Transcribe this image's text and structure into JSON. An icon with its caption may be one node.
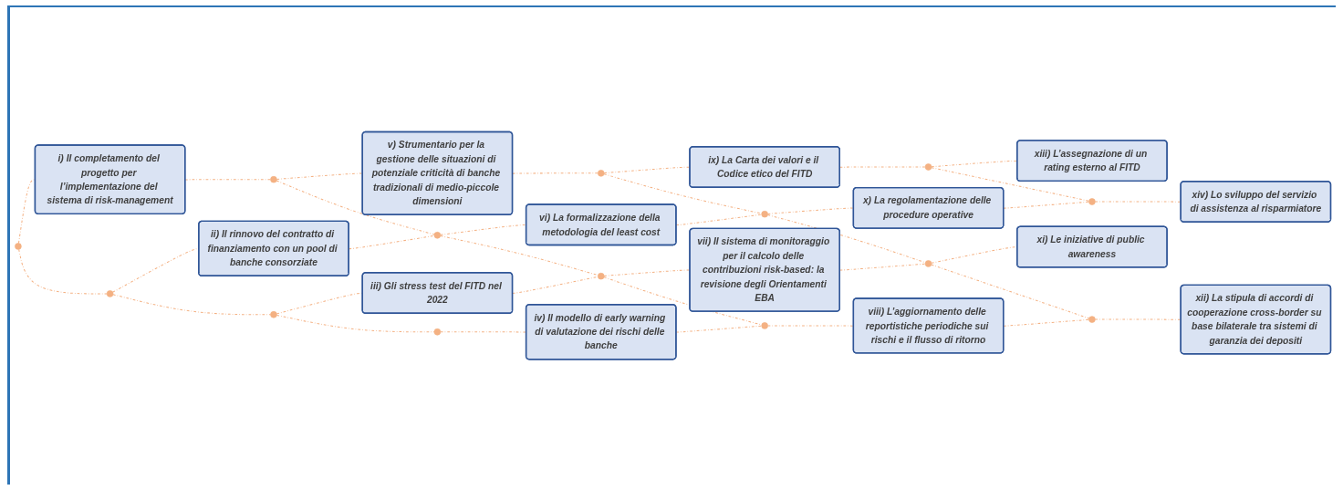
{
  "diagram": {
    "nodes": [
      {
        "text": [],
        "shape": "circle"
      },
      {
        "text": [
          "i) Il completamento del progetto per l’implementazione del sistema di risk-management"
        ]
      },
      {
        "text": [],
        "shape": "circle"
      },
      {
        "text": [
          "v) Strumentario per la gestione delle situazioni di potenziale criticità di banche tradizionali di medio-piccole dimensioni"
        ]
      },
      {
        "text": [],
        "shape": "circle"
      },
      {
        "text": [
          "ix) La Carta dei valori e il Codice etico del FITD"
        ]
      },
      {
        "text": [],
        "shape": "circle"
      },
      {
        "text": [
          "xiii) L’assegnazione di un rating esterno al FITD"
        ]
      },
      {
        "text": [],
        "shape": "circle"
      },
      {
        "text": [
          "ii) Il rinnovo del contratto di finanziamento con un pool di banche consorziate"
        ]
      },
      {
        "text": [],
        "shape": "circle"
      },
      {
        "text": [
          "vi) La formalizzazione della metodologia del least cost"
        ]
      },
      {
        "text": [],
        "shape": "circle"
      },
      {
        "text": [
          "x) La regolamentazione delle procedure operative"
        ]
      },
      {
        "text": [],
        "shape": "circle"
      },
      {
        "text": [
          "xiv) Lo sviluppo del servizio di assistenza al risparmiatore"
        ]
      },
      {
        "text": [],
        "shape": "circle"
      },
      {
        "text": [
          "iii) Gli stress test del FITD nel 2022"
        ]
      },
      {
        "text": [],
        "shape": "circle"
      },
      {
        "text": [
          "vii) Il sistema di monitoraggio per il calcolo delle contribuzioni risk-based: la revisione degli Orientamenti EBA"
        ]
      },
      {
        "text": [],
        "shape": "circle"
      },
      {
        "text": [
          "xi) Le iniziative di public awareness"
        ]
      },
      {
        "text": [],
        "shape": "circle"
      },
      {
        "text": [
          "iv) Il modello di early warning di valutazione dei rischi delle banche"
        ]
      },
      {
        "text": [],
        "shape": "circle"
      },
      {
        "text": [
          "viii) L’aggiornamento delle reportistiche periodiche sui rischi e il flusso di ritorno"
        ]
      },
      {
        "text": [],
        "shape": "circle"
      },
      {
        "text": [
          "xii) La stipula di accordi di cooperazione cross-border su base bilaterale tra sistemi di garanzia dei depositi"
        ]
      }
    ],
    "edges": [
      {
        "from": 0,
        "to": 1,
        "arrow": "none",
        "style": "dashed"
      },
      {
        "from": 1,
        "to": 2,
        "arrow": "none",
        "style": "dashed"
      },
      {
        "from": 2,
        "to": 3,
        "arrow": "none",
        "style": "dashed"
      },
      {
        "from": 3,
        "to": 4,
        "arrow": "none",
        "style": "dashed"
      },
      {
        "from": 4,
        "to": 5,
        "arrow": "none",
        "style": "dashed"
      },
      {
        "from": 5,
        "to": 6,
        "arrow": "none",
        "style": "dashed"
      },
      {
        "from": 6,
        "to": 7,
        "arrow": "none",
        "style": "dashed"
      },
      {
        "from": 8,
        "to": 9,
        "arrow": "none",
        "style": "dashed"
      },
      {
        "from": 9,
        "to": 10,
        "arrow": "none",
        "style": "dashed"
      },
      {
        "from": 10,
        "to": 11,
        "arrow": "none",
        "style": "dashed"
      },
      {
        "from": 11,
        "to": 12,
        "arrow": "none",
        "style": "dashed"
      },
      {
        "from": 12,
        "to": 13,
        "arrow": "none",
        "style": "dashed"
      },
      {
        "from": 13,
        "to": 14,
        "arrow": "none",
        "style": "dashed"
      },
      {
        "from": 14,
        "to": 15,
        "arrow": "none",
        "style": "dashed"
      },
      {
        "from": 16,
        "to": 17,
        "arrow": "none",
        "style": "dashed"
      },
      {
        "from": 17,
        "to": 18,
        "arrow": "none",
        "style": "dashed"
      },
      {
        "from": 18,
        "to": 19,
        "arrow": "none",
        "style": "dashed"
      },
      {
        "from": 19,
        "to": 20,
        "arrow": "none",
        "style": "dashed"
      },
      {
        "from": 20,
        "to": 21,
        "arrow": "none",
        "style": "dashed"
      },
      {
        "from": 22,
        "to": 23,
        "arrow": "none",
        "style": "dashed"
      },
      {
        "from": 23,
        "to": 24,
        "arrow": "none",
        "style": "dashed"
      },
      {
        "from": 24,
        "to": 25,
        "arrow": "none",
        "style": "dashed"
      },
      {
        "from": 25,
        "to": 26,
        "arrow": "none",
        "style": "dashed"
      },
      {
        "from": 26,
        "to": 27,
        "arrow": "none",
        "style": "dashed"
      },
      {
        "from": 0,
        "to": 8,
        "arrow": "none",
        "style": "dashed"
      },
      {
        "from": 8,
        "to": 16,
        "arrow": "none",
        "style": "dashed"
      },
      {
        "from": 16,
        "to": 22,
        "arrow": "none",
        "style": "dashed"
      },
      {
        "from": 2,
        "to": 10,
        "arrow": "none",
        "style": "dashed"
      },
      {
        "from": 10,
        "to": 18,
        "arrow": "none",
        "style": "dashed"
      },
      {
        "from": 18,
        "to": 24,
        "arrow": "none",
        "style": "dashed"
      },
      {
        "from": 4,
        "to": 12,
        "arrow": "none",
        "style": "dashed"
      },
      {
        "from": 12,
        "to": 20,
        "arrow": "none",
        "style": "dashed"
      },
      {
        "from": 20,
        "to": 26,
        "arrow": "none",
        "style": "dashed"
      },
      {
        "from": 6,
        "to": 14,
        "arrow": "none",
        "style": "dashed"
      }
    ]
  }
}
